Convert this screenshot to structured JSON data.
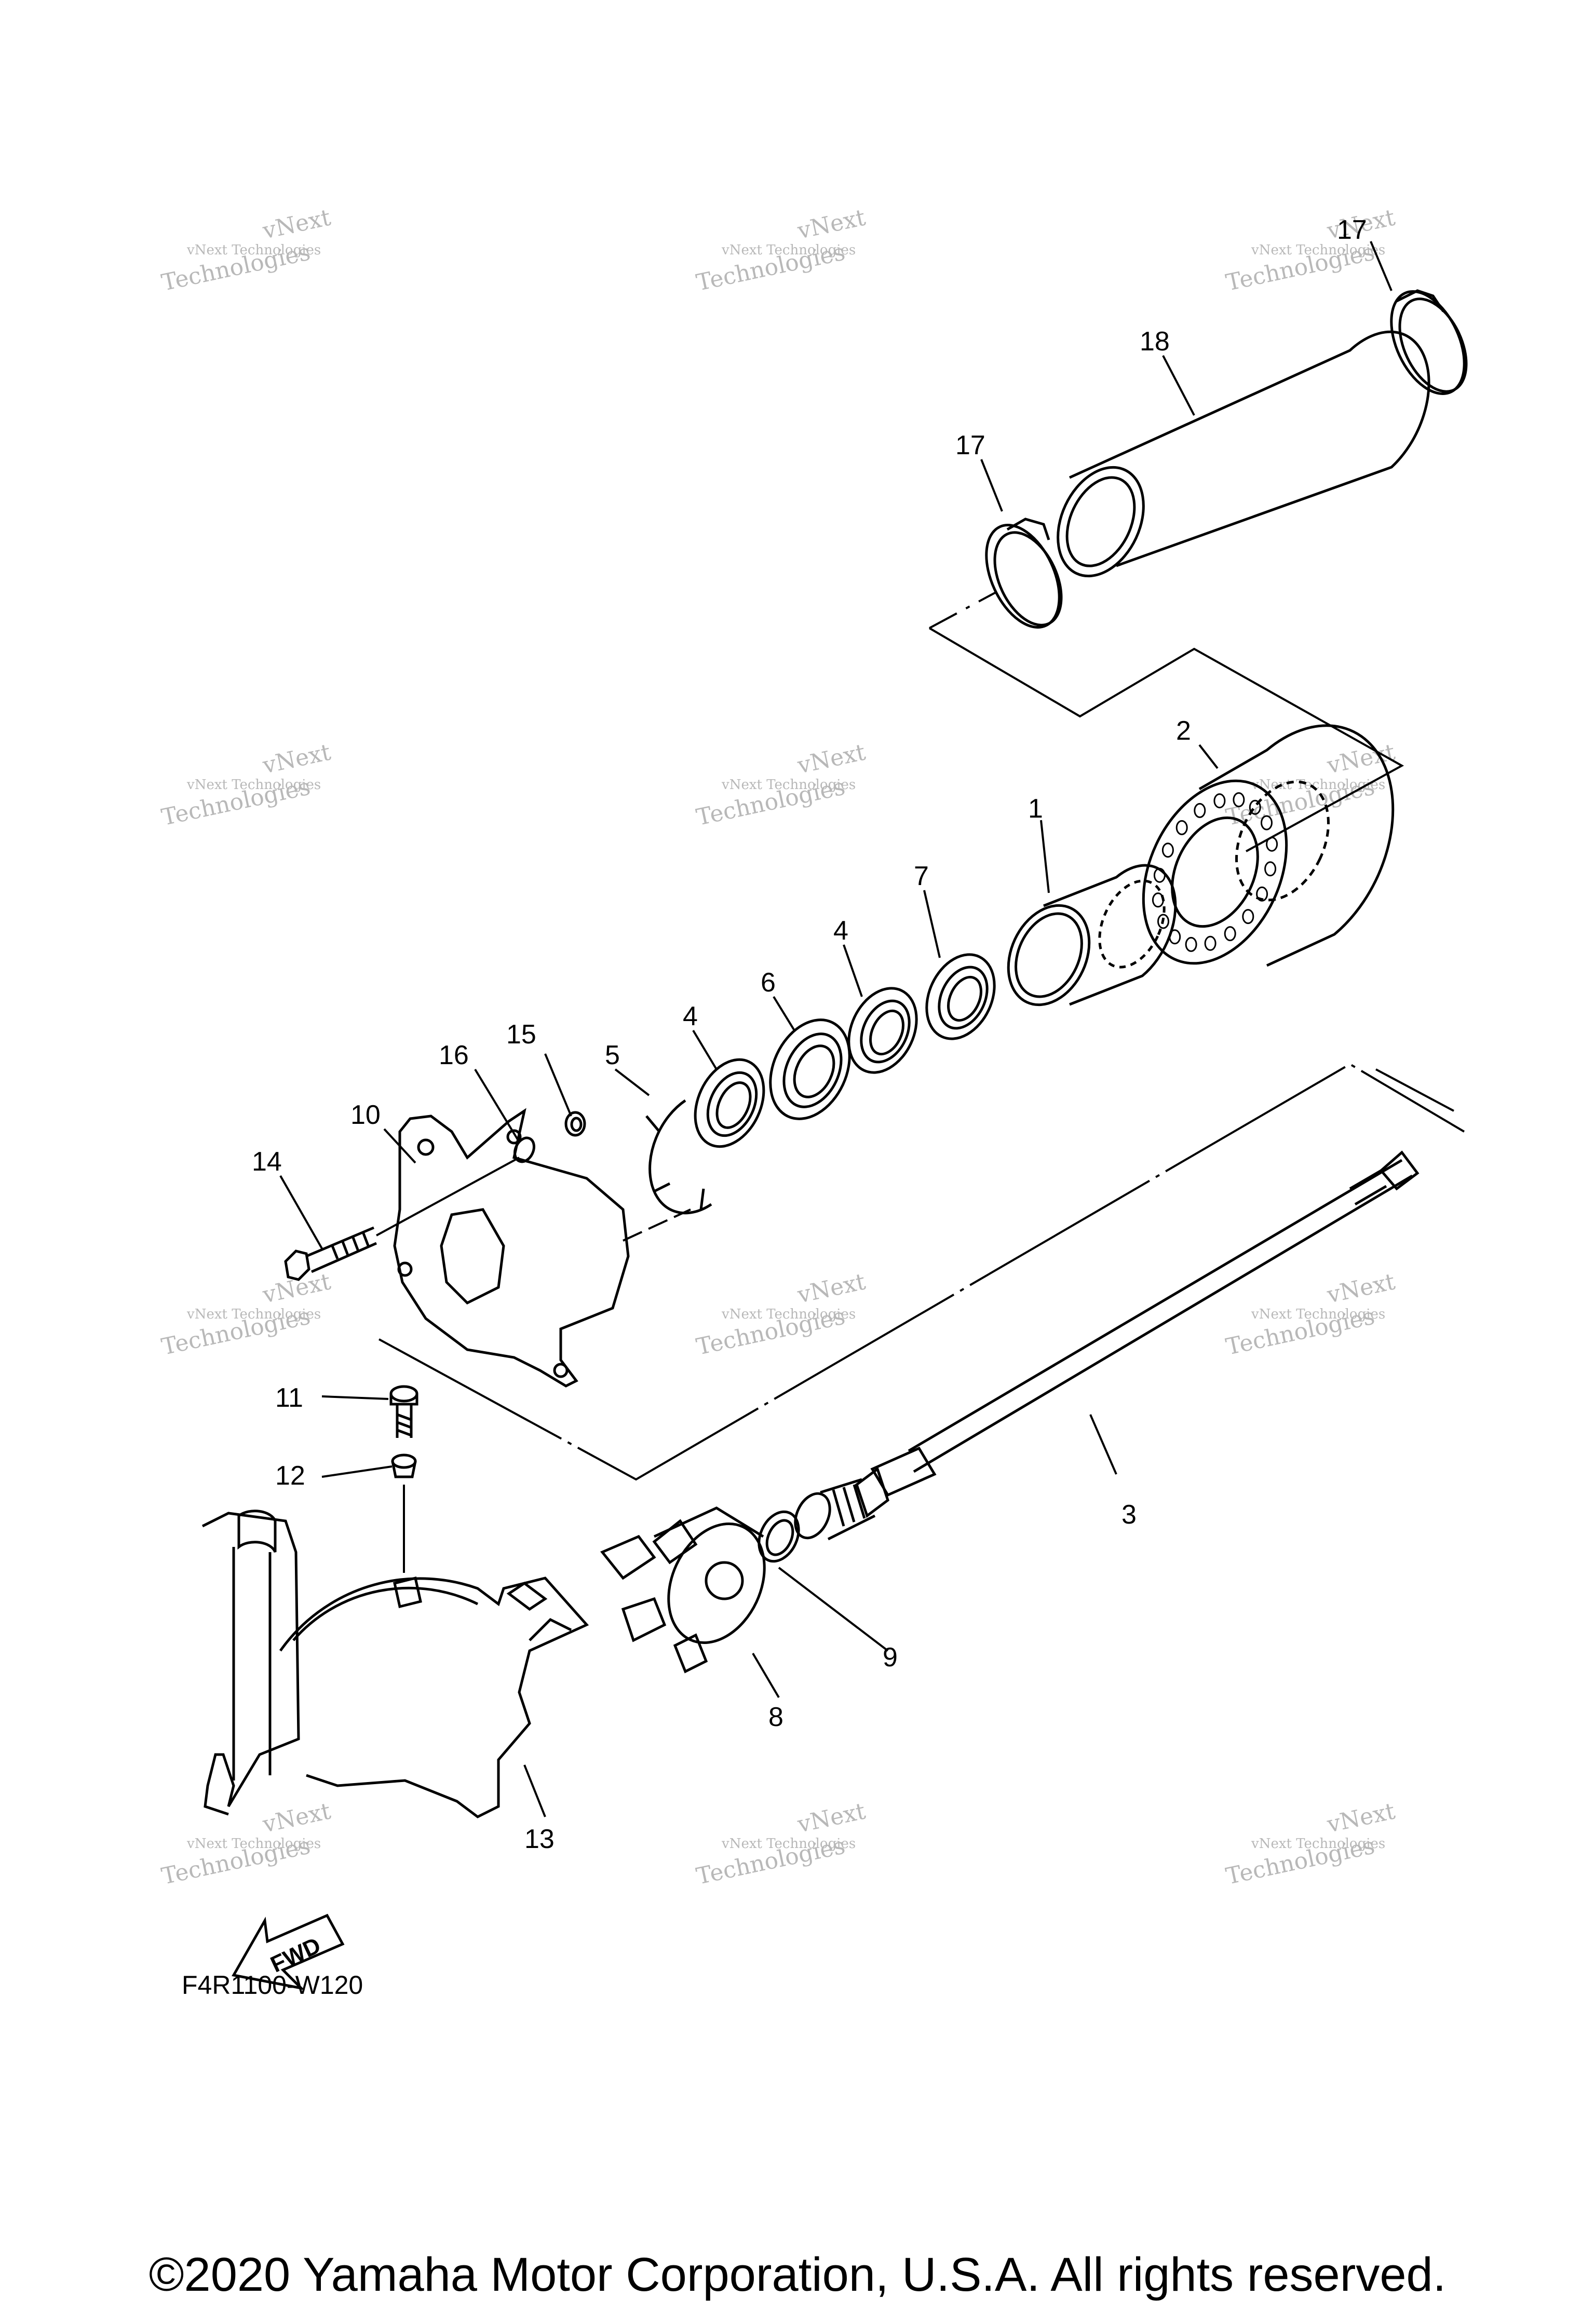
{
  "labels": {
    "p1": "1",
    "p2": "2",
    "p3": "3",
    "p4a": "4",
    "p4b": "4",
    "p5": "5",
    "p6": "6",
    "p7": "7",
    "p8": "8",
    "p9": "9",
    "p10": "10",
    "p11": "11",
    "p12": "12",
    "p13": "13",
    "p14": "14",
    "p15": "15",
    "p16": "16",
    "p17a": "17",
    "p17b": "17",
    "p18": "18"
  },
  "watermark": {
    "line1": "vNext Technologies",
    "line2": "vNext",
    "line3": "Technologies"
  },
  "fwd": "FWD",
  "drawing_code": "F4R1100-W120",
  "copyright": "©2020 Yamaha Motor Corporation, U.S.A. All rights reserved."
}
